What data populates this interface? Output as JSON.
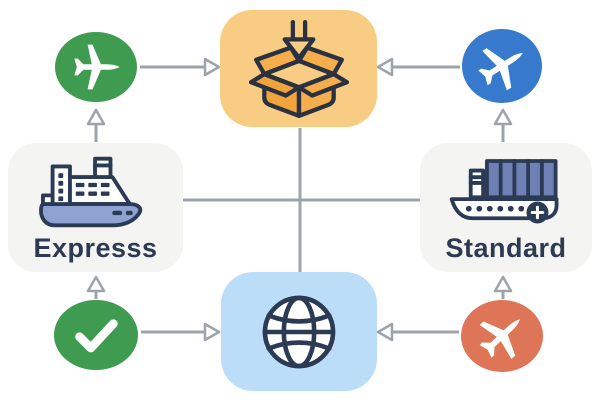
{
  "colors": {
    "green": "#3E9B4F",
    "blue": "#3679CD",
    "salmon": "#DF7557",
    "amber": "#F8CD83",
    "lightblue": "#BCDDF8",
    "card": "#F4F4F2",
    "navy": "#2B3A55",
    "ink": "#2A3140",
    "hull": "#8EA3D1",
    "container": "#6F80B5",
    "orange": "#F1A43C",
    "orange2": "#F5AE4B",
    "line": "#9CA3AB",
    "label": "#2E3A52"
  },
  "nodes": {
    "express_card": {
      "label": "Expresss",
      "icon": "cargo-ship-icon",
      "shape": "rounded-card"
    },
    "standard_card": {
      "label": "Standard",
      "icon": "container-ship-icon",
      "shape": "rounded-card"
    },
    "package_box": {
      "icon": "open-box-icon",
      "shape": "rounded-square",
      "color": "#F8CD83"
    },
    "globe_box": {
      "icon": "globe-icon",
      "shape": "rounded-square",
      "color": "#BCDDF8"
    },
    "top_left_circle": {
      "icon": "airplane-icon",
      "shape": "circle",
      "color": "#3E9B4F"
    },
    "top_right_circle": {
      "icon": "airplane-icon",
      "shape": "circle",
      "color": "#3679CD"
    },
    "bottom_left_circle": {
      "icon": "checkmark-icon",
      "shape": "circle",
      "color": "#3E9B4F"
    },
    "bottom_right_circle": {
      "icon": "airplane-icon",
      "shape": "circle",
      "color": "#DF7557"
    }
  },
  "edges": [
    {
      "from": "top_left_circle",
      "to": "package_box",
      "arrowhead": true
    },
    {
      "from": "top_right_circle",
      "to": "package_box",
      "arrowhead": true
    },
    {
      "from": "express_card",
      "to": "top_left_circle",
      "arrowhead": true
    },
    {
      "from": "standard_card",
      "to": "top_right_circle",
      "arrowhead": true
    },
    {
      "from": "bottom_left_circle",
      "to": "express_card",
      "arrowhead": true
    },
    {
      "from": "bottom_right_circle",
      "to": "standard_card",
      "arrowhead": true
    },
    {
      "from": "bottom_left_circle",
      "to": "globe_box",
      "arrowhead": true
    },
    {
      "from": "bottom_right_circle",
      "to": "globe_box",
      "arrowhead": true
    },
    {
      "from": "package_box",
      "to": "globe_box",
      "arrowhead": false
    },
    {
      "from": "express_card",
      "to": "standard_card",
      "arrowhead": false
    }
  ]
}
